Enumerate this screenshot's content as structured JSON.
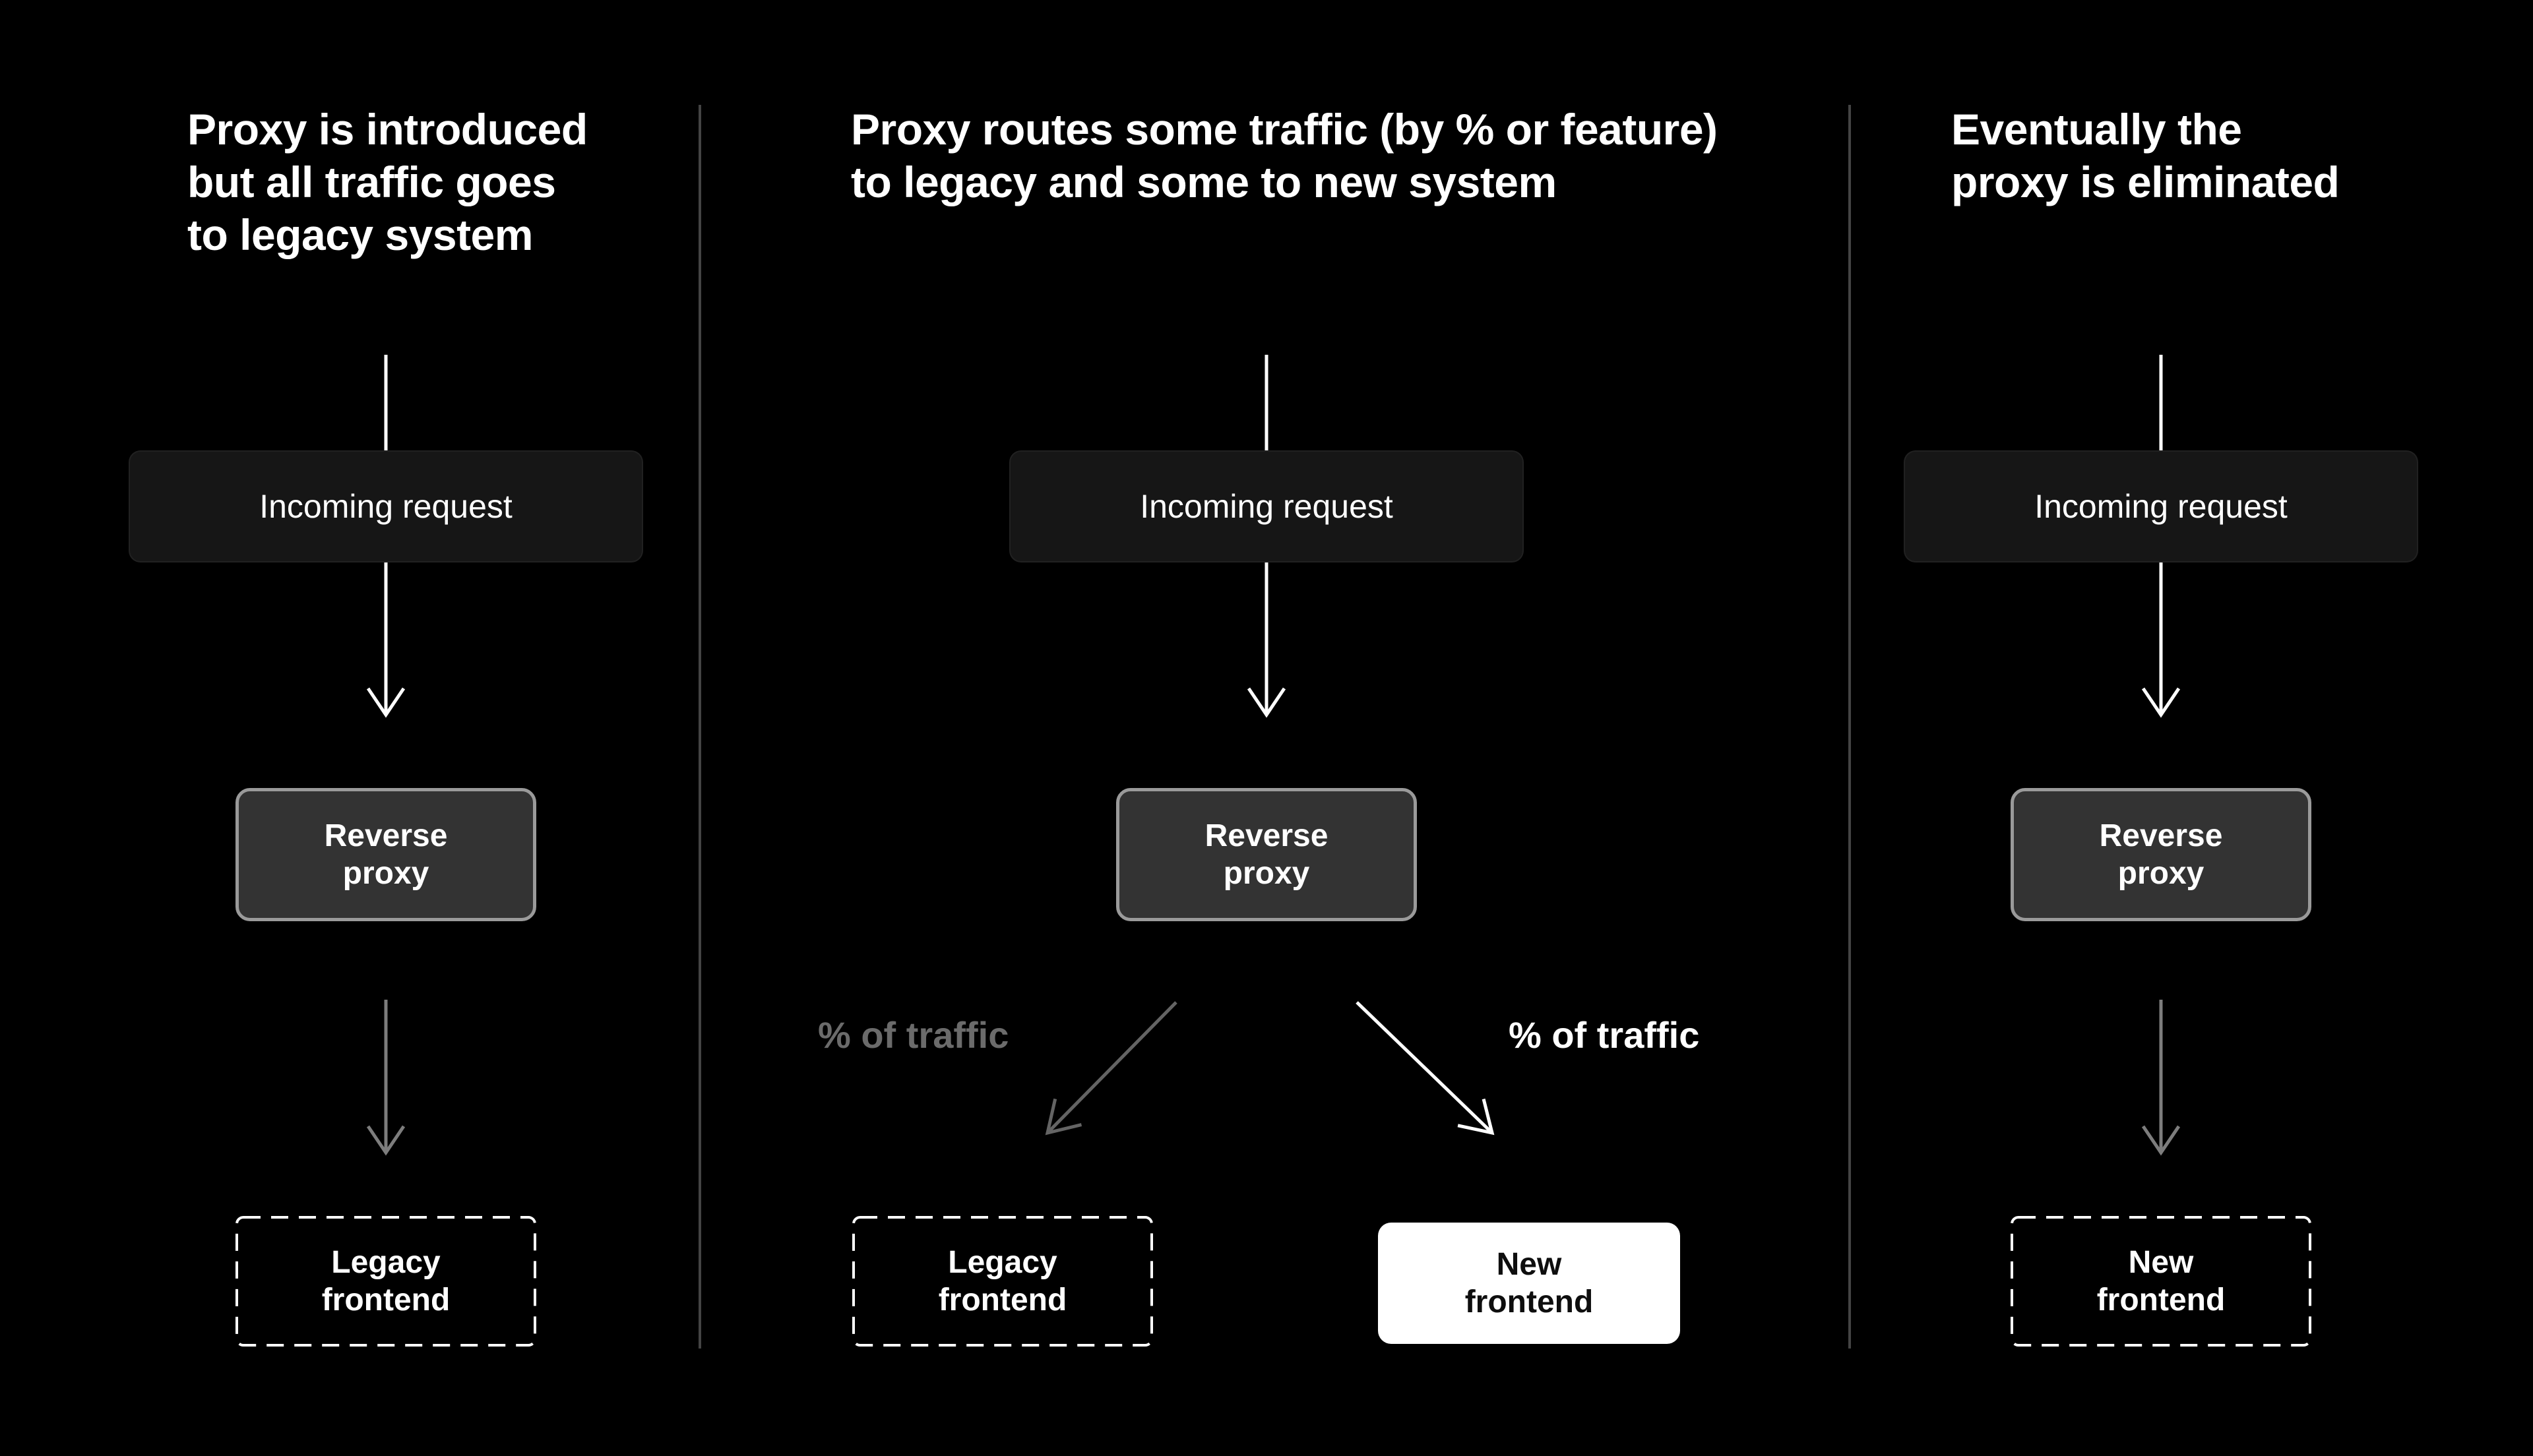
{
  "colors": {
    "background": "#000000",
    "title_text": "#ffffff",
    "incoming_box_bg": "#161616",
    "proxy_box_bg": "#333333",
    "proxy_box_border": "#9a9a9a",
    "dashed_border": "#ffffff",
    "new_box_bg": "#ffffff",
    "new_box_text": "#0e0e0e",
    "divider": "#444444",
    "arrow_white": "#ffffff",
    "arrow_gray": "#7d7d7d",
    "arrow_dark_gray": "#646464",
    "label_gray": "#6b6b6b",
    "label_white": "#ffffff"
  },
  "panels": [
    {
      "title": "Proxy is introduced\nbut all traffic goes\nto legacy system",
      "incoming_label": "Incoming request",
      "proxy_label": "Reverse\nproxy",
      "bottom_boxes": [
        {
          "label": "Legacy\nfrontend",
          "variant": "dashed"
        }
      ]
    },
    {
      "title": "Proxy routes some traffic (by % or feature)\nto legacy and some to new system",
      "incoming_label": "Incoming request",
      "proxy_label": "Reverse\nproxy",
      "traffic_labels": {
        "left": "% of traffic",
        "right": "% of traffic"
      },
      "bottom_boxes": [
        {
          "label": "Legacy\nfrontend",
          "variant": "dashed"
        },
        {
          "label": "New\nfrontend",
          "variant": "solid-white"
        }
      ]
    },
    {
      "title": "Eventually the\nproxy is eliminated",
      "incoming_label": "Incoming request",
      "proxy_label": "Reverse\nproxy",
      "bottom_boxes": [
        {
          "label": "New\nfrontend",
          "variant": "dashed"
        }
      ]
    }
  ]
}
